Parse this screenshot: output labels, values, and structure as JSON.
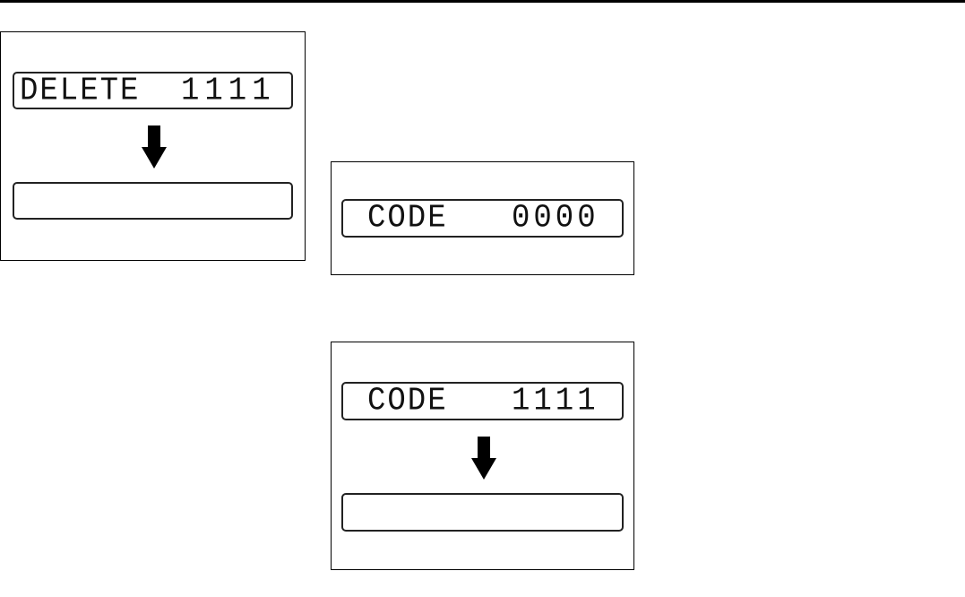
{
  "panels": [
    {
      "lcd_top": {
        "label": "DELETE",
        "value": "1111"
      },
      "lcd_bottom": {
        "label": "",
        "value": ""
      }
    },
    {
      "lcd_top": {
        "label": "CODE",
        "value": "0000"
      }
    },
    {
      "lcd_top": {
        "label": "CODE",
        "value": "1111"
      },
      "lcd_bottom": {
        "label": "",
        "value": ""
      }
    }
  ],
  "icons": {
    "arrow": "arrow-down-icon"
  }
}
